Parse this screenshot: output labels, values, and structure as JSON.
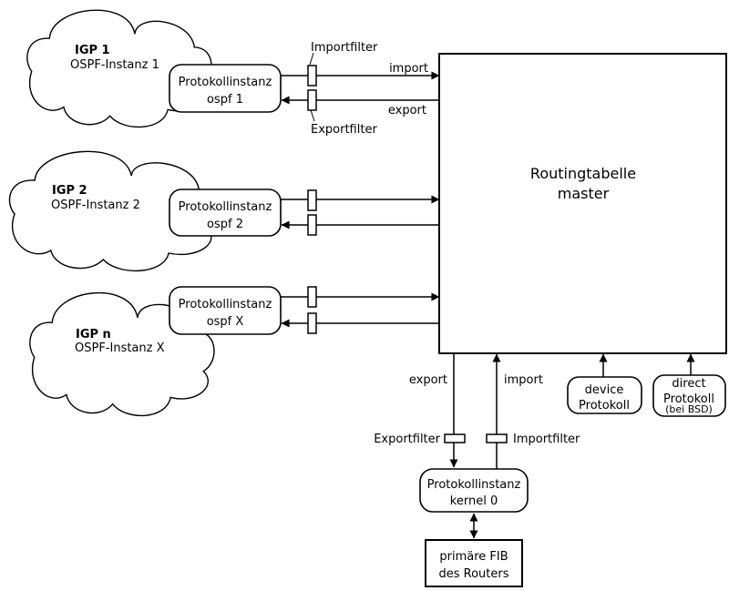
{
  "diagram": {
    "background_color": "#ffffff",
    "line_color": "#000000",
    "clouds": [
      {
        "title": "IGP 1",
        "subtitle": "OSPF-Instanz 1"
      },
      {
        "title": "IGP 2",
        "subtitle": "OSPF-Instanz 2"
      },
      {
        "title": "IGP n",
        "subtitle": "OSPF-Instanz X"
      }
    ],
    "protocol_boxes": [
      {
        "line1": "Protokollinstanz",
        "line2": "ospf 1"
      },
      {
        "line1": "Protokollinstanz",
        "line2": "ospf 2"
      },
      {
        "line1": "Protokollinstanz",
        "line2": "ospf X"
      }
    ],
    "routing_table": {
      "line1": "Routingtabelle",
      "line2": "master"
    },
    "top_filters": {
      "import_label": "Importfilter",
      "export_label": "Exportfilter"
    },
    "row1_flow": {
      "import_label": "import",
      "export_label": "export"
    },
    "bottom_flow": {
      "export_label": "export",
      "import_label": "import",
      "export_filter_label": "Exportfilter",
      "import_filter_label": "Importfilter"
    },
    "kernel_box": {
      "line1": "Protokollinstanz",
      "line2": "kernel 0"
    },
    "fib_box": {
      "line1": "primäre FIB",
      "line2": "des Routers"
    },
    "device_box": {
      "line1": "device",
      "line2": "Protokoll"
    },
    "direct_box": {
      "line1": "direct",
      "line2": "Protokoll",
      "line3": "(bei BSD)"
    }
  }
}
